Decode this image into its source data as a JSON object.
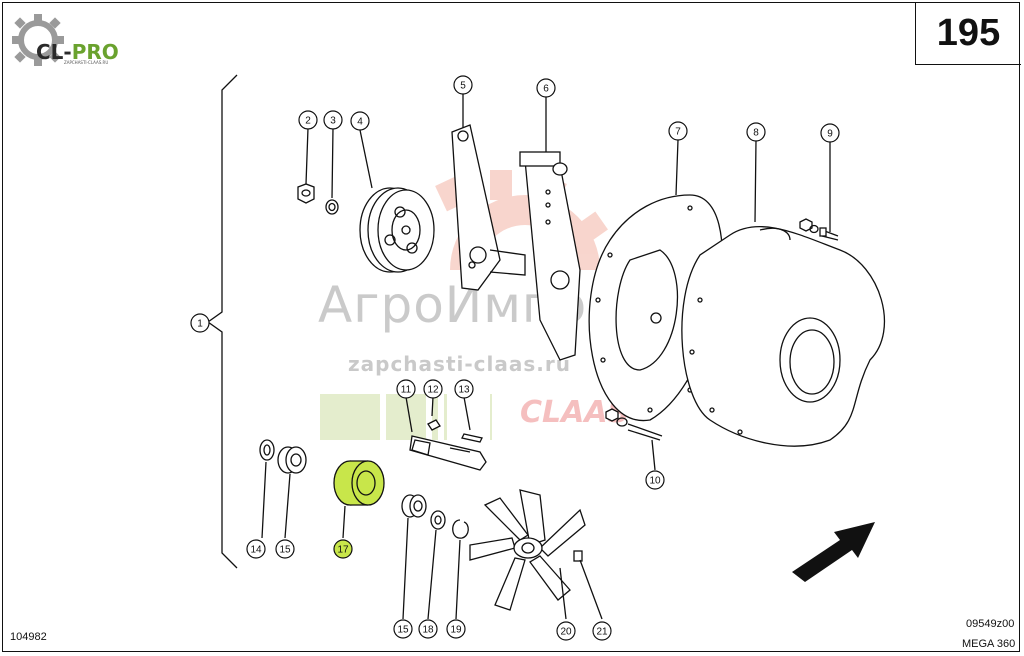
{
  "logo": {
    "main_a": "CL-",
    "main_b": "PRO",
    "sub": "ZAPCHASTI-CLAAS.RU"
  },
  "page_number": "195",
  "watermark": {
    "brand": "АгроИмпорт",
    "url": "zapchasti-claas.ru",
    "claas": "CLAAS"
  },
  "footer": {
    "left_code": "104982",
    "right_code": "09549z00",
    "model": "MEGA 360"
  },
  "callouts": {
    "c1": "1",
    "c2": "2",
    "c3": "3",
    "c4": "4",
    "c5": "5",
    "c6": "6",
    "c7": "7",
    "c8": "8",
    "c9": "9",
    "c10": "10",
    "c11": "11",
    "c12": "12",
    "c13": "13",
    "c14": "14",
    "c15a": "15",
    "c15b": "15",
    "c17": "17",
    "c18": "18",
    "c19": "19",
    "c20": "20",
    "c21": "21"
  },
  "colors": {
    "highlight": "#c8e64a",
    "ink": "#111111"
  }
}
